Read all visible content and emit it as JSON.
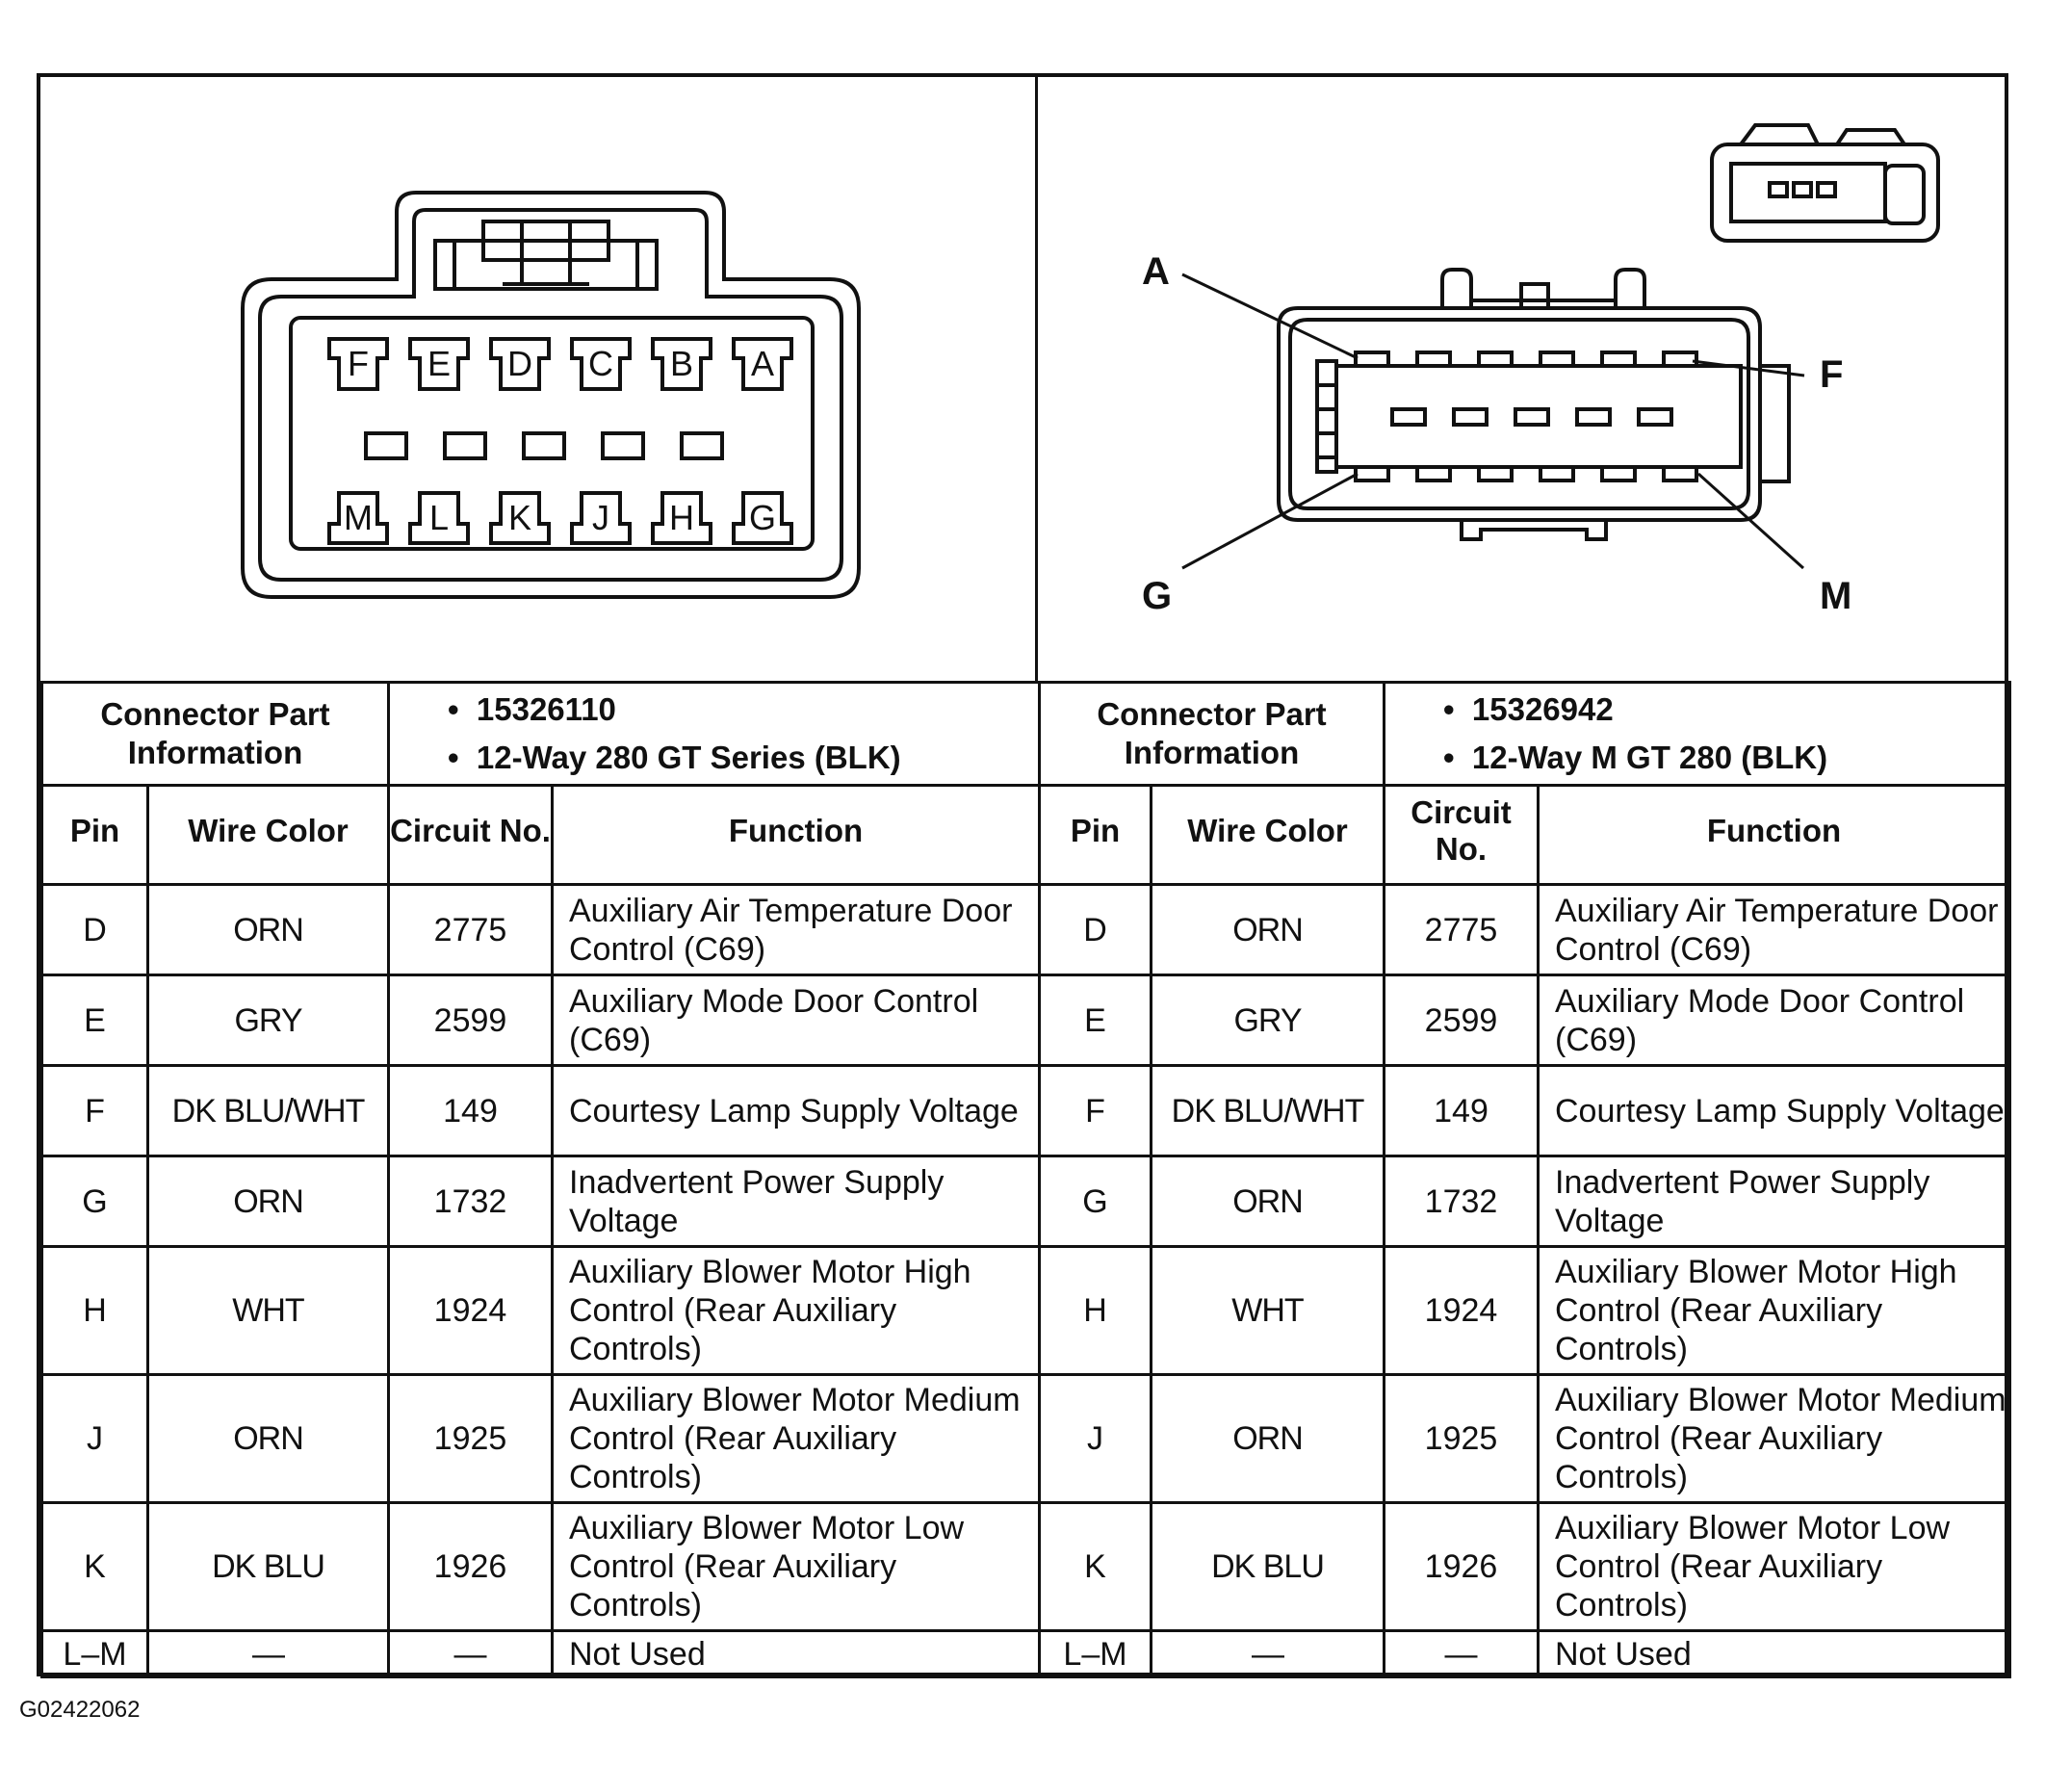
{
  "left": {
    "connector_label": "Connector Part Information",
    "part_number": "15326110",
    "part_desc": "12-Way 280 GT Series (BLK)",
    "face_pins_top": [
      "F",
      "E",
      "D",
      "C",
      "B",
      "A"
    ],
    "face_pins_bottom": [
      "M",
      "L",
      "K",
      "J",
      "H",
      "G"
    ]
  },
  "right": {
    "connector_label": "Connector Part Information",
    "part_number": "15326942",
    "part_desc": "12-Way M GT 280 (BLK)",
    "callouts": {
      "a": "A",
      "f": "F",
      "g": "G",
      "m": "M"
    }
  },
  "headers": {
    "pin": "Pin",
    "wire_color": "Wire Color",
    "circuit_no": "Circuit No.",
    "function": "Function"
  },
  "rows": [
    {
      "pin": "D",
      "wire": "ORN",
      "circuit": "2775",
      "function": "Auxiliary Air Temperature Door Control (C69)"
    },
    {
      "pin": "E",
      "wire": "GRY",
      "circuit": "2599",
      "function": "Auxiliary Mode Door Control (C69)"
    },
    {
      "pin": "F",
      "wire": "DK BLU/WHT",
      "circuit": "149",
      "function": "Courtesy Lamp Supply Voltage"
    },
    {
      "pin": "G",
      "wire": "ORN",
      "circuit": "1732",
      "function": "Inadvertent Power Supply Voltage"
    },
    {
      "pin": "H",
      "wire": "WHT",
      "circuit": "1924",
      "function": "Auxiliary Blower Motor High Control (Rear Auxiliary Controls)"
    },
    {
      "pin": "J",
      "wire": "ORN",
      "circuit": "1925",
      "function": "Auxiliary Blower Motor Medium Control (Rear Auxiliary Controls)"
    },
    {
      "pin": "K",
      "wire": "DK BLU",
      "circuit": "1926",
      "function": "Auxiliary Blower Motor Low Control (Rear Auxiliary Controls)"
    },
    {
      "pin": "L–M",
      "wire": "—",
      "circuit": "—",
      "function": "Not Used"
    }
  ],
  "figure_code": "G02422062"
}
